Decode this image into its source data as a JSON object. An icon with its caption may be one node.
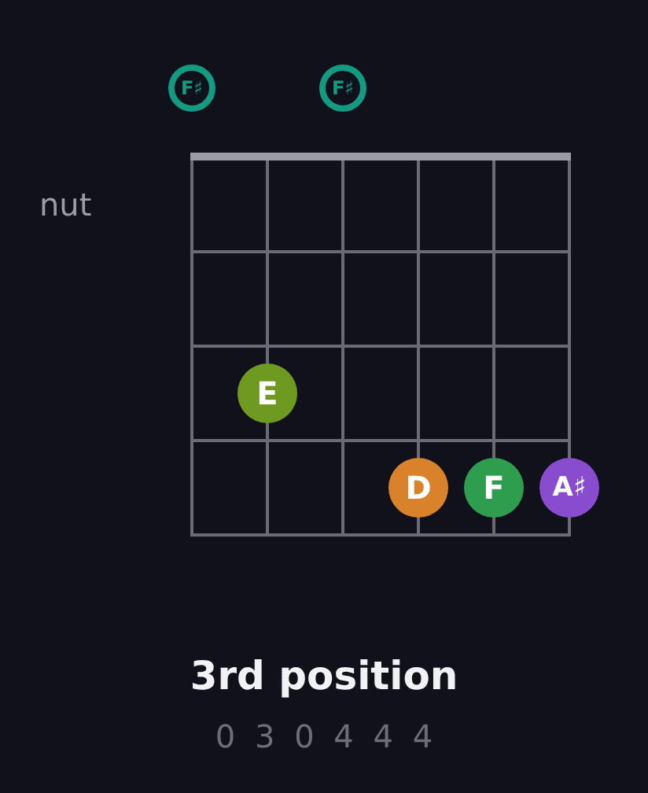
{
  "diagram": {
    "title": "3rd position",
    "caption": "0 3 0 4 4 4",
    "nodes": [
      {
        "text": [
          "F♯"
        ]
      },
      {
        "text": [
          "F♯"
        ]
      },
      {
        "text": [
          "E"
        ]
      },
      {
        "text": [
          "D"
        ]
      },
      {
        "text": [
          "F"
        ]
      },
      {
        "text": [
          "A♯"
        ]
      }
    ],
    "labels": [
      "nut"
    ]
  }
}
